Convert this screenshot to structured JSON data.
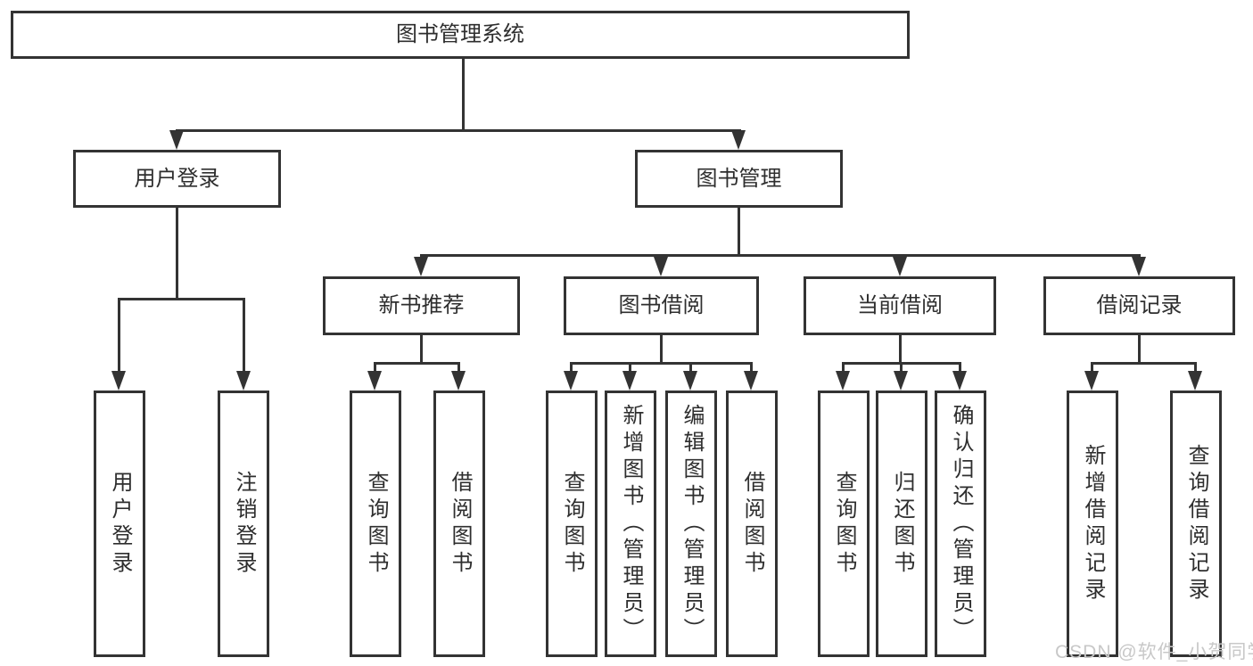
{
  "tree": {
    "label": "图书管理系统",
    "children": [
      {
        "label": "用户登录",
        "children": [
          {
            "label": "用户登录"
          },
          {
            "label": "注销登录"
          }
        ]
      },
      {
        "label": "图书管理",
        "children": [
          {
            "label": "新书推荐",
            "children": [
              {
                "label": "查询图书"
              },
              {
                "label": "借阅图书"
              }
            ]
          },
          {
            "label": "图书借阅",
            "children": [
              {
                "label": "查询图书"
              },
              {
                "label": "新增图书（管理员）"
              },
              {
                "label": "编辑图书（管理员）"
              },
              {
                "label": "借阅图书"
              }
            ]
          },
          {
            "label": "当前借阅",
            "children": [
              {
                "label": "查询图书"
              },
              {
                "label": "归还图书"
              },
              {
                "label": "确认归还（管理员）"
              }
            ]
          },
          {
            "label": "借阅记录",
            "children": [
              {
                "label": "新增借阅记录"
              },
              {
                "label": "查询借阅记录"
              }
            ]
          }
        ]
      }
    ]
  },
  "watermark": {
    "text": "CSDN @软件_小贺同学"
  },
  "colors": {
    "line": "#333333",
    "text": "#2e2e2e",
    "background": "#ffffff",
    "watermark": "#c8c8c8"
  }
}
